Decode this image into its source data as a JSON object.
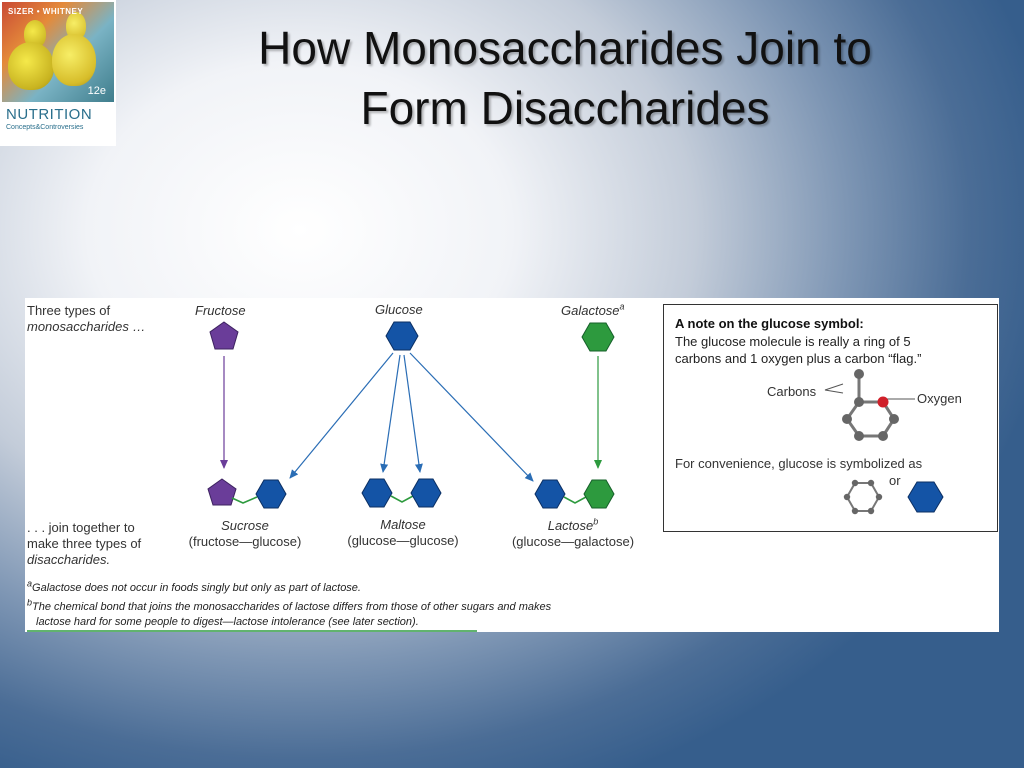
{
  "slide": {
    "title_line1": "How Monosaccharides Join to",
    "title_line2": "Form Disaccharides"
  },
  "logo": {
    "authors": "SIZER • WHITNEY",
    "edition": "12e",
    "title": "NUTRITION",
    "subtitle": "Concepts&Controversies"
  },
  "diagram": {
    "intro_line1": "Three types of",
    "intro_line2": "monosaccharides …",
    "outro_line1": ". . . join together to",
    "outro_line2": "make three types of",
    "outro_line3": "disaccharides.",
    "monosaccharides": [
      {
        "name": "Fructose",
        "shape": "pentagon",
        "color": "#6a3d99"
      },
      {
        "name": "Glucose",
        "shape": "hexagon",
        "color": "#1454a6"
      },
      {
        "name": "Galactose",
        "sup": "a",
        "shape": "hexagon",
        "color": "#2d9a3e"
      }
    ],
    "disaccharides": [
      {
        "name": "Sucrose",
        "composition": "(fructose—glucose)"
      },
      {
        "name": "Maltose",
        "composition": "(glucose—glucose)"
      },
      {
        "name": "Lactose",
        "sup": "b",
        "composition": "(glucose—galactose)"
      }
    ],
    "footnotes": [
      {
        "mark": "a",
        "text": "Galactose does not occur in foods singly but only as part of lactose."
      },
      {
        "mark": "b",
        "text_line1": "The chemical bond that joins the monosaccharides of lactose differs from those of other sugars and makes",
        "text_line2": "lactose hard for some people to digest—lactose intolerance (see later section)."
      }
    ],
    "colors": {
      "fructose": "#6a3d99",
      "glucose": "#1454a6",
      "galactose": "#2d9a3e",
      "bond": "#2d9a3e",
      "arrow_fructose": "#6a3d99",
      "arrow_glucose": "#2a6db5",
      "arrow_galactose": "#2d9a3e",
      "oxygen": "#d0202a",
      "carbon": "#666666"
    }
  },
  "note": {
    "title": "A note on the glucose symbol:",
    "line1": "The glucose molecule is really a ring of 5",
    "line2": "carbons and 1 oxygen plus a carbon “flag.”",
    "carbons_label": "Carbons",
    "oxygen_label": "Oxygen",
    "convenience": "For convenience, glucose is symbolized as",
    "or": "or"
  }
}
